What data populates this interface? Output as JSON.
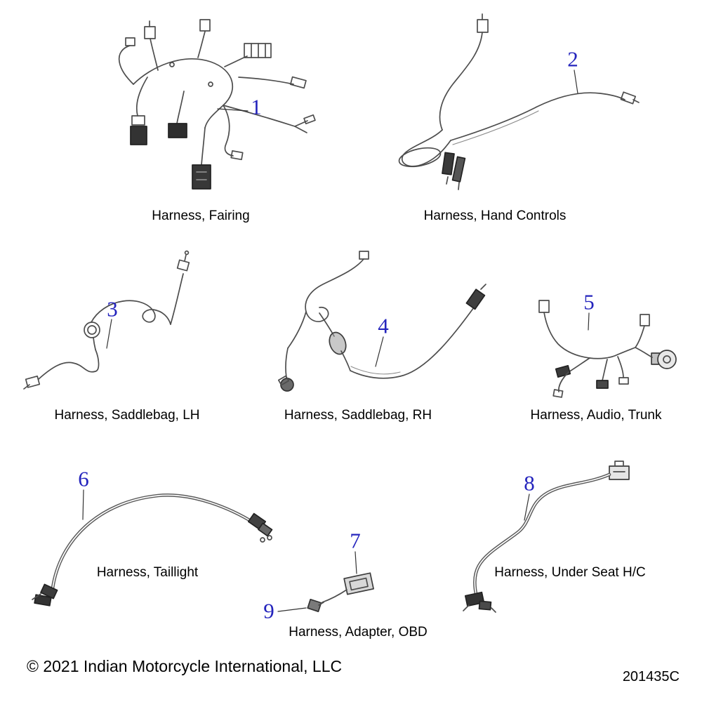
{
  "page": {
    "copyright": "© 2021 Indian Motorcycle International, LLC",
    "drawing_number": "201435C"
  },
  "colors": {
    "callout": "#2424bd",
    "line_art": "#4d4d4d",
    "text": "#000000"
  },
  "items": [
    {
      "ref": "1",
      "label": "Harness, Fairing"
    },
    {
      "ref": "2",
      "label": "Harness, Hand Controls"
    },
    {
      "ref": "3",
      "label": "Harness, Saddlebag, LH"
    },
    {
      "ref": "4",
      "label": "Harness, Saddlebag, RH"
    },
    {
      "ref": "5",
      "label": "Harness, Audio, Trunk"
    },
    {
      "ref": "6",
      "label": "Harness, Taillight"
    },
    {
      "ref": "7",
      "label": "Harness, Adapter, OBD"
    },
    {
      "ref": "8",
      "label": "Harness, Under Seat H/C"
    },
    {
      "ref": "9",
      "label": ""
    }
  ]
}
